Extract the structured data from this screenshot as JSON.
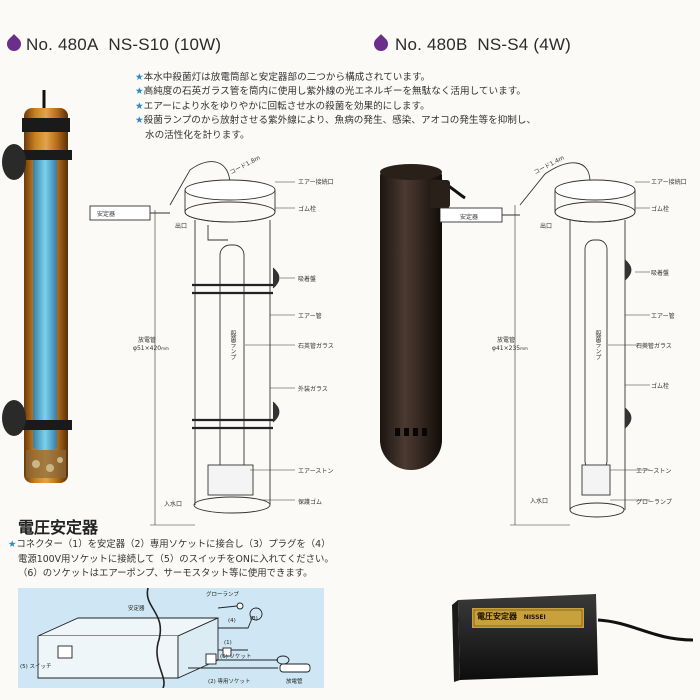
{
  "products": [
    {
      "number": "No. 480A",
      "model": "NS-S10 (10W)"
    },
    {
      "number": "No. 480B",
      "model": "NS-S4 (4W)"
    }
  ],
  "description": [
    "本水中殺菌灯は放電筒部と安定器部の二つから構成されています。",
    "高純度の石英ガラス管を筒内に使用し紫外線の光エネルギーを無駄なく活用しています。",
    "エアーにより水をゆりやかに回転させ水の殺菌を効果的にします。",
    "殺菌ランプのから放射させる紫外線により、魚病の発生、感染、アオコの発生等を抑制し、",
    "水の活性化を計ります。"
  ],
  "diagram_a": {
    "cable_length": "コード1.8m",
    "stabilizer": "安定器",
    "outlet": "出口",
    "air_inlet": "エアー接続口",
    "rubber_plug": "ゴム栓",
    "suction_cup": "吸着盤",
    "air_pipe": "エアー管",
    "tube_label": "放電管",
    "tube_size": "φ51×420",
    "tube_unit": "mm",
    "lamp": "殺菌ランプ",
    "quartz": "石英管ガラス",
    "outer_glass": "外装ガラス",
    "air_stone": "エアーストン",
    "inlet": "入水口",
    "protect_rubber": "保護ゴム"
  },
  "diagram_b": {
    "cable_length": "コード1.4m",
    "stabilizer": "安定器",
    "outlet": "出口",
    "air_inlet": "エアー接続口",
    "rubber_plug": "ゴム栓",
    "suction_cup": "吸着盤",
    "air_pipe": "エアー管",
    "tube_label": "放電管",
    "tube_size": "φ41×235",
    "tube_unit": "mm",
    "lamp": "殺菌ランプ",
    "quartz": "石英管ガラス",
    "rubber_ring": "ゴム栓",
    "air_stone": "エアーストン",
    "inlet": "入水口",
    "glow_lamp": "グローランプ"
  },
  "stabilizer_section": {
    "title": "電圧安定器",
    "lines": [
      "コネクター（1）を安定器（2）専用ソケットに接合し（3）プラグを（4）",
      "電源100V用ソケットに接続して（5）のスイッチをONに入れてください。",
      "（6）のソケットはエアーポンプ、サーモスタット等に使用できます。"
    ]
  },
  "wiring": {
    "glow_lamp": "グローランプ",
    "stabilizer": "安定器",
    "n4": "(4)",
    "n3": "(3)",
    "n1": "(1)",
    "switch": "(5) スイッチ",
    "socket6": "(6) ソケット",
    "socket2": "(2) 専用ソケット",
    "discharge_tube": "放電管"
  },
  "device_label": {
    "main": "電圧安定器",
    "brand": "NISSEI"
  },
  "colors": {
    "accent_drop": "#6a2f8a",
    "bullet_star": "#2a8ac7",
    "wiring_bg": "#cfe7f4",
    "uv_glow": "#3fb5e8"
  }
}
